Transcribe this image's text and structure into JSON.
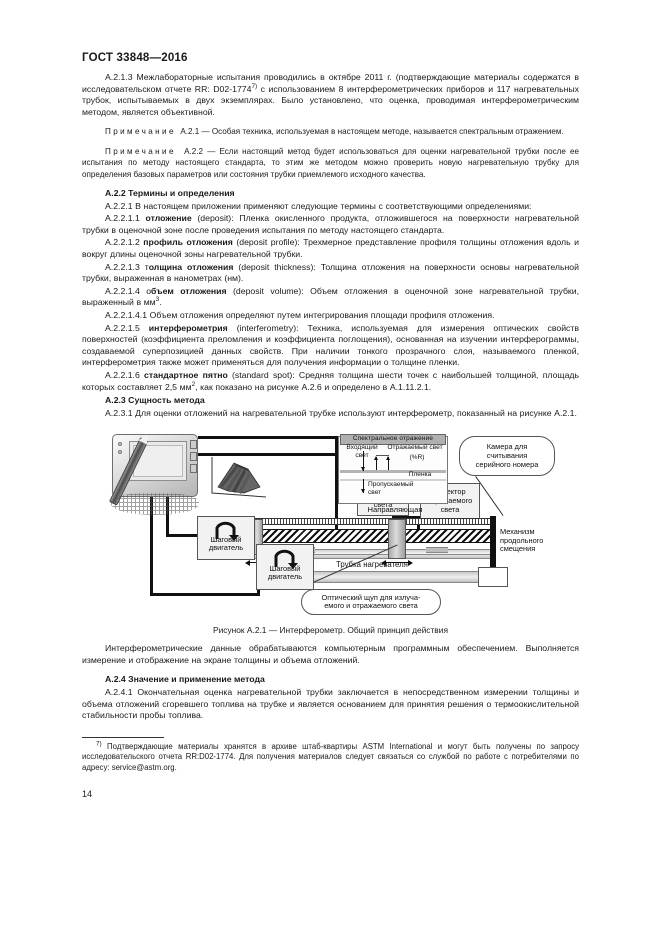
{
  "document": {
    "header": "ГОСТ 33848—2016",
    "page_number": "14"
  },
  "body": {
    "p_a213": "А.2.1.3 Межлабораторные испытания проводились в октябре 2011 г. (подтверждающие материалы содержатся в исследовательском отчете RR: D02-1774",
    "p_a213_fn": "7)",
    "p_a213_cont": " с использованием 8 интерферометрических приборов и 117 нагревательных трубок, испытываемых в двух экземплярах. Было установлено, что оценка, проводимая интерферометрическим методом, является объективной.",
    "note1_label": "Примечание",
    "note1_num": "А.2.1",
    "note1_text": " — Особая техника, используемая в настоящем методе, называется спектральным отражением.",
    "note2_label": "Примечание",
    "note2_num": "А.2.2",
    "note2_text": " — Если настоящий метод будет использоваться для оценки нагревательной трубки после ее испытания по методу настоящего стандарта, то этим же методом можно проверить новую нагревательную трубку для определения базовых параметров или состояния трубки приемлемого исходного качества.",
    "h_a22": "А.2.2 Термины и определения",
    "p_a221": "А.2.2.1 В настоящем приложении применяют следующие термины с соответствующими определениями:",
    "p_a2211_num": "А.2.2.1.1 ",
    "p_a2211_term": "отложение",
    "p_a2211_text": " (deposit): Пленка окисленного продукта, отложившегося на поверхности нагревательной трубки в оценочной зоне после проведения испытания по методу настоящего стандарта.",
    "p_a2212_num": "А.2.2.1.2 ",
    "p_a2212_term": "профиль отложения",
    "p_a2212_text": " (deposit profile): Трехмерное представление профиля толщины отложения вдоль и вокруг длины оценочной зоны нагревательной трубки.",
    "p_a2213_num": "А.2.2.1.3 т",
    "p_a2213_term": "олщина отложения",
    "p_a2213_text": " (deposit thickness): Толщина отложения на поверхности основы нагревательной трубки, выраженная в нанометрах (нм).",
    "p_a2214_num": "А.2.2.1.4 о",
    "p_a2214_term": "бъем отложения",
    "p_a2214_text": " (deposit volume): Объем отложения в оценочной зоне нагревательной трубки, выраженный в мм",
    "p_a2214_sup": "3",
    "p_a2214_end": ".",
    "p_a22141": "А.2.2.1.4.1 Объем отложения определяют путем интегрирования площади профиля отложения.",
    "p_a2215_num": "А.2.2.1.5 ",
    "p_a2215_term": "интерферометрия",
    "p_a2215_text": " (interferometry): Техника, используемая для измерения оптических свойств поверхностей (коэффициента преломления и коэффициента поглощения), основанная на изучении интерферограммы, создаваемой суперпозицией данных свойств. При наличии тонкого прозрачного слоя, называемого пленкой, интерферометрия также может применяться для получения информации о толщине пленки.",
    "p_a2216_num": "А.2.2.1.6 ",
    "p_a2216_term": "стандартное пятно",
    "p_a2216_text": " (standard spot): Средняя толщина шести точек с наибольшей толщиной, площадь которых составляет 2,5 мм",
    "p_a2216_sup": "2",
    "p_a2216_end": ", как показано на рисунке А.2.6 и определено в А.1.11.2.1.",
    "h_a23": "А.2.3 Сущность метода",
    "p_a231": "А.2.3.1 Для оценки отложений на нагревательной трубке используют интерферометр, показанный на рисунке А.2.1.",
    "caption": "Рисунок А.2.1 — Интерферометр. Общий принцип действия",
    "p_after_fig": "Интерферометрические данные обрабатываются компьютерным программным обеспечением. Выполняется измерение и отображение на экране толщины и объема отложений.",
    "h_a24": "А.2.4 Значение и применение метода",
    "p_a241": "А.2.4.1 Окончательная оценка нагревательной трубки заключается в непосредственном измерении толщины и объема отложений сгоревшего топлива на трубке и является основанием для принятия решения о термоокислительной стабильности пробы топлива.",
    "footnote_marker": "7)",
    "footnote_text": " Подтверждающие материалы хранятся в архиве штаб-квартиры ASTM International и могут быть получены по запросу исследовательского отчета RR:D02-1774. Для получения материалов следует связаться со службой по работе с потребителями по адресу: service@astm.org."
  },
  "figure": {
    "labels": {
      "light_source": "Источник\nсвета",
      "reflect_detector": "Детектор\nотражаемого\nсвета",
      "stepper_motor_1": "Шаговый\nдвигатель",
      "stepper_motor_2": "Шаговый\nдвигатель",
      "optical_probe": "Оптический щуп для излуча-\nемого и отражаемого света",
      "heater_tube": "Трубка нагревателя",
      "camera": "Камера для\nсчитывания\nсерийного номера",
      "longitudinal_mechanism": "Механизм\nпродольного\nсмещения",
      "guide": "Направляющая",
      "spectral_title": "Спектральное отражение",
      "incoming_light": "Входящий\nсвет",
      "reflected_light": "Отражаемый свет",
      "reflected_pct": "(%R)",
      "film": "Пленка",
      "transmitted_light": "Пропускаемый\nсвет"
    }
  }
}
